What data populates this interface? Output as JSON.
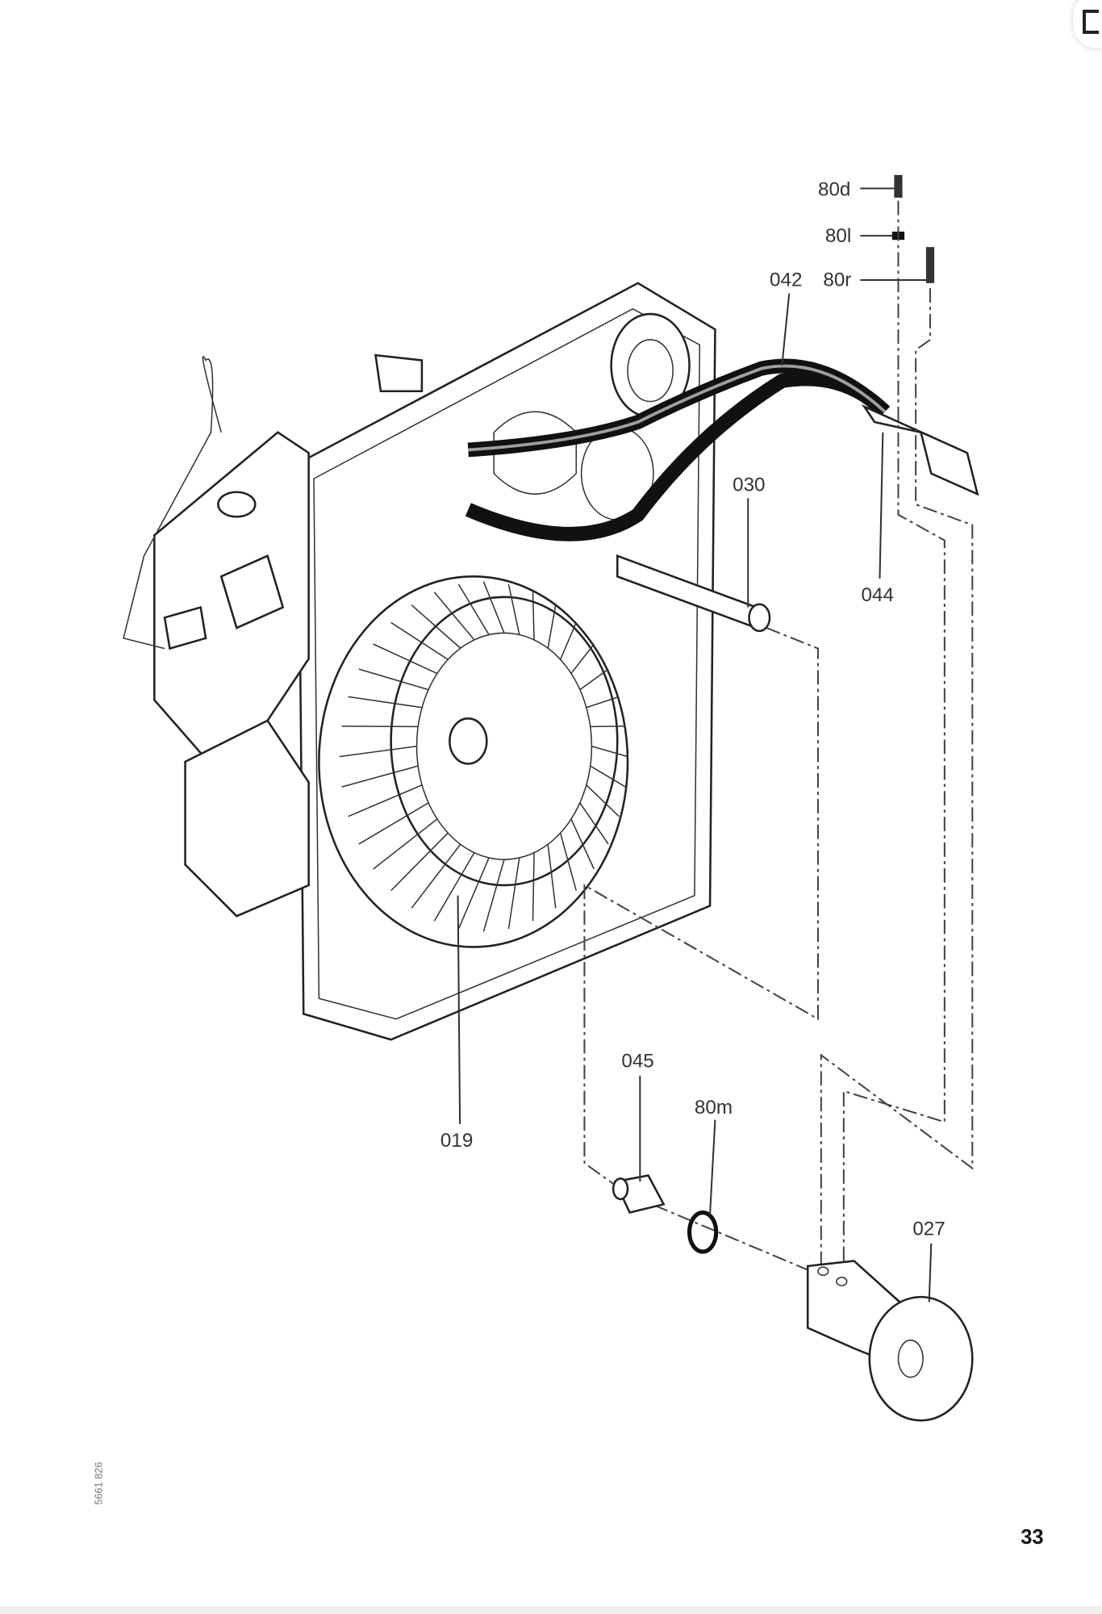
{
  "diagram": {
    "part_labels": {
      "p80d": "80d",
      "p80l": "80l",
      "p042": "042",
      "p80r": "80r",
      "p030": "030",
      "p044": "044",
      "p045": "045",
      "p80m": "80m",
      "p019": "019",
      "p027": "027"
    },
    "page_number": "33",
    "doc_number": "5661 826"
  },
  "icons": {
    "corner_button": "expand-icon"
  }
}
